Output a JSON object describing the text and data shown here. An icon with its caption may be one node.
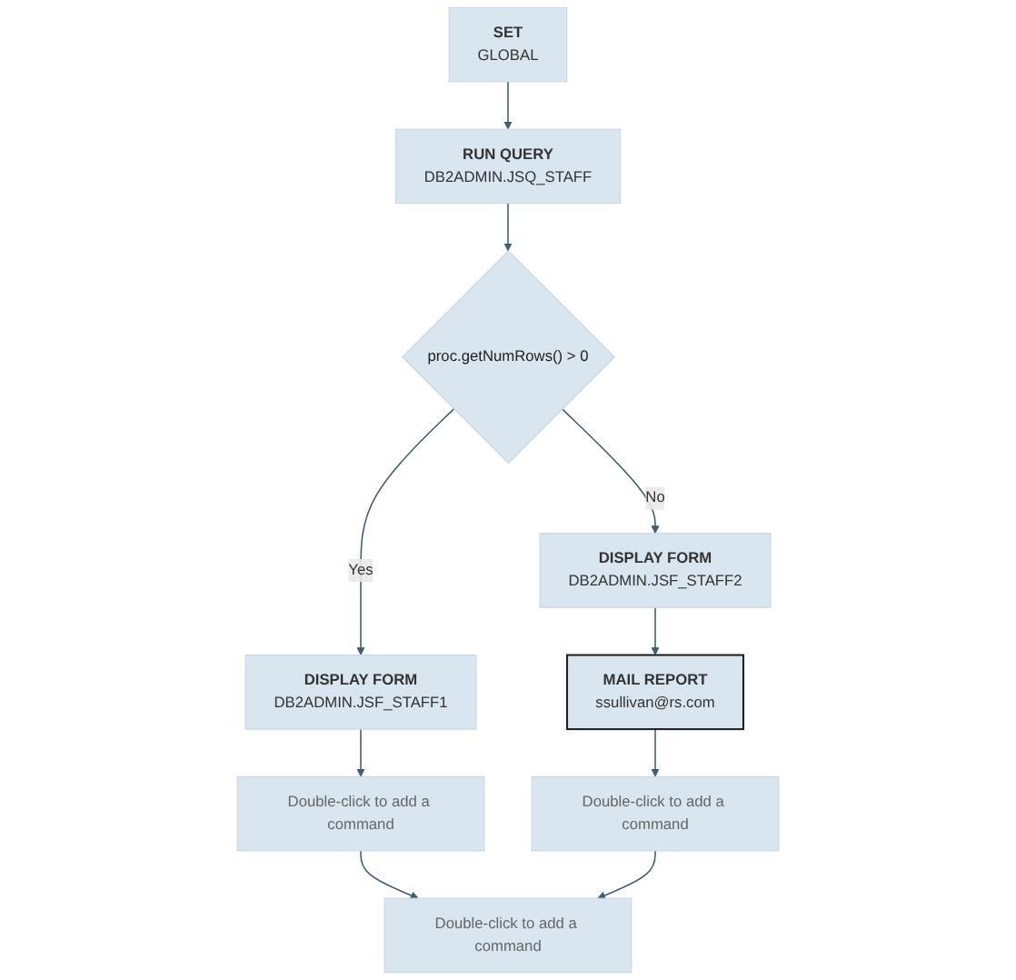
{
  "diagram": {
    "nodes": [
      {
        "text": [
          "SET",
          "GLOBAL"
        ]
      },
      {
        "text": [
          "RUN QUERY",
          "DB2ADMIN.JSQ_STAFF"
        ]
      },
      {
        "text": [
          "proc.getNumRows() > 0"
        ]
      },
      {
        "text": [
          "DISPLAY FORM",
          "DB2ADMIN.JSF_STAFF1"
        ]
      },
      {
        "text": [
          "DISPLAY FORM",
          "DB2ADMIN.JSF_STAFF2"
        ]
      },
      {
        "text": [
          "Double-click to add a command"
        ]
      },
      {
        "text": [
          "MAIL REPORT",
          "ssullivan@rs.com"
        ]
      },
      {
        "text": [
          "Double-click to add a command"
        ]
      },
      {
        "text": [
          "Double-click to add a command"
        ]
      }
    ],
    "edges": [
      {
        "from": 0,
        "to": 1,
        "arrow": "to"
      },
      {
        "from": 1,
        "to": 2,
        "arrow": "to"
      },
      {
        "from": 2,
        "to": 3,
        "label": "Yes",
        "arrow": "to"
      },
      {
        "from": 2,
        "to": 4,
        "label": "No",
        "arrow": "to"
      },
      {
        "from": 3,
        "to": 5,
        "arrow": "to"
      },
      {
        "from": 4,
        "to": 6,
        "arrow": "to"
      },
      {
        "from": 6,
        "to": 7,
        "arrow": "to"
      },
      {
        "from": 5,
        "to": 8,
        "arrow": "to"
      },
      {
        "from": 7,
        "to": 8,
        "arrow": "to"
      }
    ]
  }
}
